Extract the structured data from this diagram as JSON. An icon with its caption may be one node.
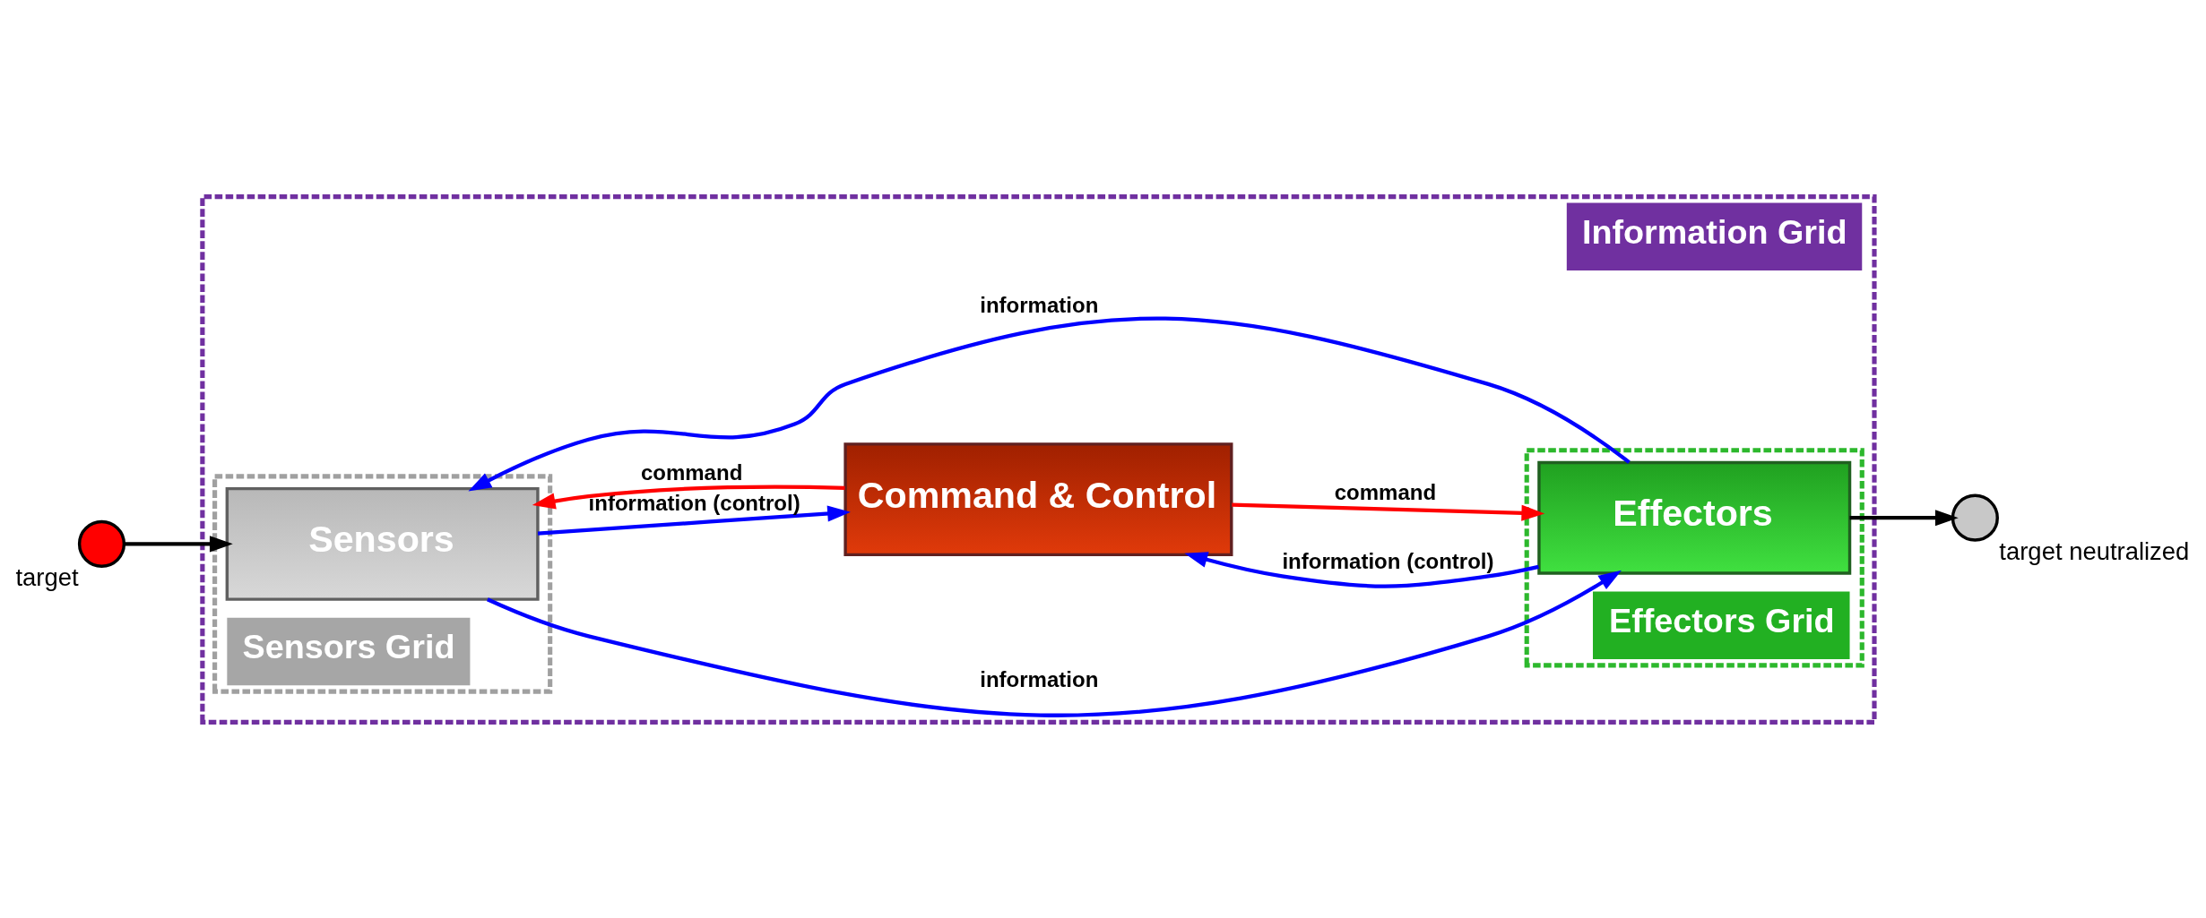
{
  "diagram": {
    "nodes": [
      {
        "text": [
          "Information Grid"
        ]
      },
      {
        "text": [
          "Sensors Grid"
        ],
        "in": 0
      },
      {
        "text": [
          "Effectors Grid"
        ],
        "in": 0
      },
      {
        "text": [
          "Sensors"
        ],
        "in": 1
      },
      {
        "text": [
          "Command & Control"
        ],
        "in": 0
      },
      {
        "text": [
          "Effectors"
        ],
        "in": 2
      },
      {
        "text": [],
        "shape": "circle",
        "beside": [
          "target"
        ]
      },
      {
        "text": [],
        "shape": "circle",
        "beside": [
          "target neutralized"
        ]
      }
    ],
    "edges": [
      {
        "from": 6,
        "to": 3,
        "arrow": "to",
        "color": "#000000"
      },
      {
        "from": 4,
        "to": 3,
        "arrow": "to",
        "label": "command",
        "color": "#ff0000"
      },
      {
        "from": 3,
        "to": 5,
        "arrow": "to",
        "label": "information"
      },
      {
        "from": 3,
        "to": 4,
        "arrow": "to",
        "label": "information (control)"
      },
      {
        "from": 5,
        "to": 3,
        "arrow": "to",
        "label": "information"
      },
      {
        "from": 5,
        "to": 4,
        "arrow": "to",
        "label": "information (control)"
      },
      {
        "from": 4,
        "to": 5,
        "arrow": "to",
        "label": "command",
        "color": "#ff0000"
      },
      {
        "from": 5,
        "to": 7,
        "arrow": "to",
        "color": "#000000"
      }
    ]
  }
}
